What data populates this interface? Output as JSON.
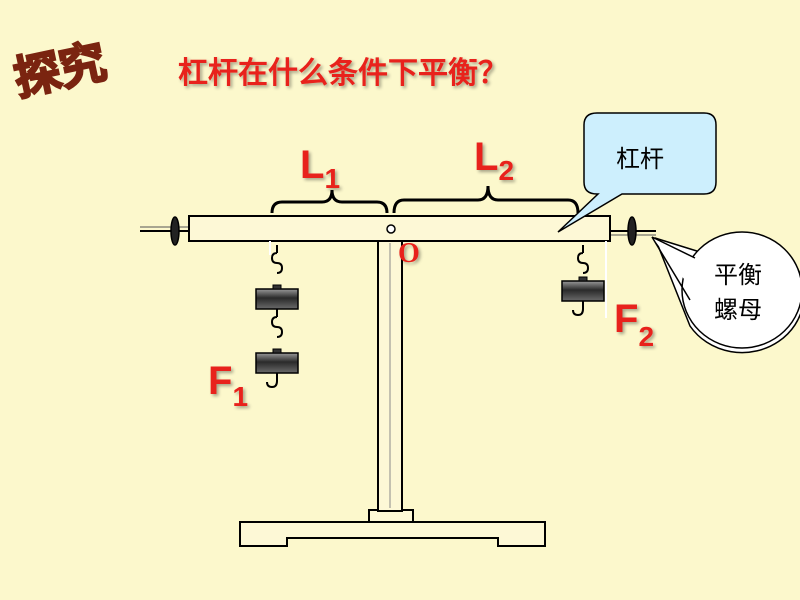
{
  "corner_title": "探究",
  "question": "杠杆在什么条件下平衡？",
  "labels": {
    "L1": {
      "main": "L",
      "sub": "1"
    },
    "L2": {
      "main": "L",
      "sub": "2"
    },
    "F1": {
      "main": "F",
      "sub": "1"
    },
    "F2": {
      "main": "F",
      "sub": "2"
    },
    "pivot": "O"
  },
  "callouts": {
    "lever": "杠杆",
    "balance_nut_line1": "平衡",
    "balance_nut_line2": "螺母"
  },
  "colors": {
    "background": "#fcf8cc",
    "label_red": "#e8201a",
    "callout_fill": "#cdeffd",
    "equipment_fill": "#fdf8d6",
    "weight_dark": "#3a3a3a"
  },
  "weights": {
    "left_count": 2,
    "right_count": 1
  }
}
